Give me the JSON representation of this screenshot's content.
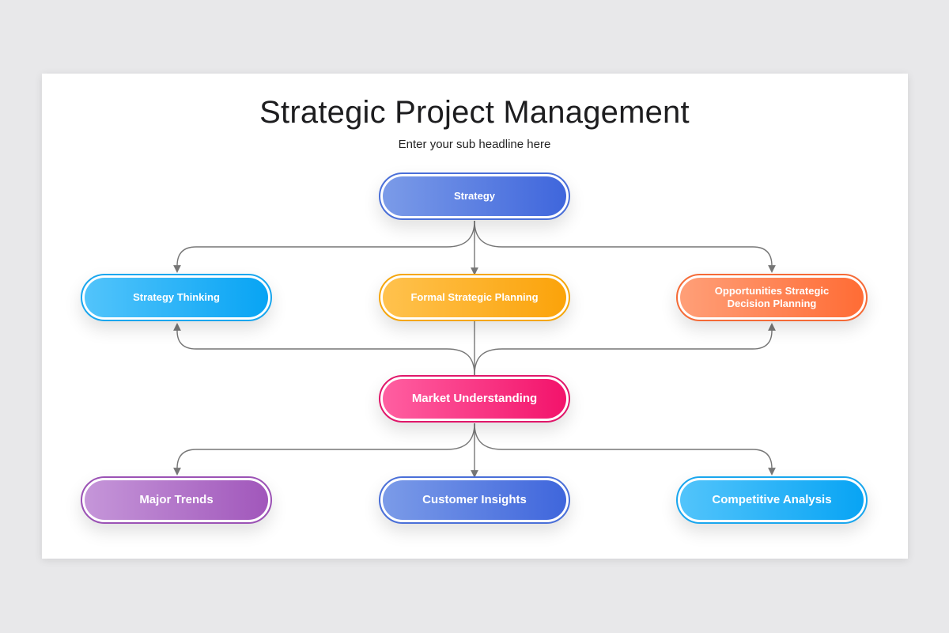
{
  "title": "Strategic Project Management",
  "subtitle": "Enter your sub headline here",
  "nodes": {
    "strategy": "Strategy",
    "strategy_thinking": "Strategy Thinking",
    "formal_planning": "Formal Strategic Planning",
    "opportunities": "Opportunities Strategic Decision Planning",
    "market_understanding": "Market Understanding",
    "major_trends": "Major Trends",
    "customer_insights": "Customer Insights",
    "competitive_analysis": "Competitive Analysis"
  },
  "colors": {
    "blue": "#3f66dc",
    "sky": "#08a4f4",
    "amber": "#fba30a",
    "orange": "#ff6c35",
    "pink": "#f3136b",
    "purple": "#a157bb",
    "connector": "#777777"
  }
}
